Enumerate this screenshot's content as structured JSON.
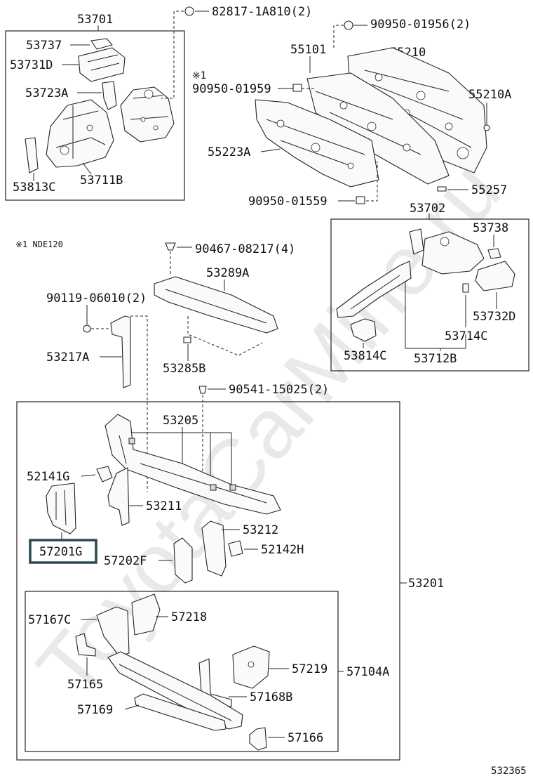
{
  "diagram_id": "532365",
  "note_mark": "※1",
  "note_text": "※1 NDE120",
  "highlighted_part": "57201G",
  "groups": {
    "g53701": "53701",
    "g53702": "53702",
    "g53201": "53201",
    "g57104A": "57104A"
  },
  "labels": {
    "p82817": "82817-1A810(2)",
    "p90950_01956": "90950-01956(2)",
    "p53737": "53737",
    "p53731D": "53731D",
    "p53723A": "53723A",
    "p53813C": "53813C",
    "p53711B": "53711B",
    "p55101": "55101",
    "p55210": "55210",
    "p55210A": "55210A",
    "p90950_01959": "90950-01959",
    "p55223A": "55223A",
    "p55257": "55257",
    "p90950_01559": "90950-01559",
    "p53738": "53738",
    "p53732D": "53732D",
    "p53714C": "53714C",
    "p53814C": "53814C",
    "p53712B": "53712B",
    "p90467": "90467-08217(4)",
    "p53289A": "53289A",
    "p90119": "90119-06010(2)",
    "p53217A": "53217A",
    "p53285B": "53285B",
    "p90541": "90541-15025(2)",
    "p53205": "53205",
    "p52141G": "52141G",
    "p53211": "53211",
    "p53212": "53212",
    "p52142H": "52142H",
    "p57201G": "57201G",
    "p57202F": "57202F",
    "p57167C": "57167C",
    "p57218": "57218",
    "p57165": "57165",
    "p57219": "57219",
    "p57168B": "57168B",
    "p57169": "57169",
    "p57166": "57166"
  },
  "watermark": "ToyotaCarMine.ru"
}
